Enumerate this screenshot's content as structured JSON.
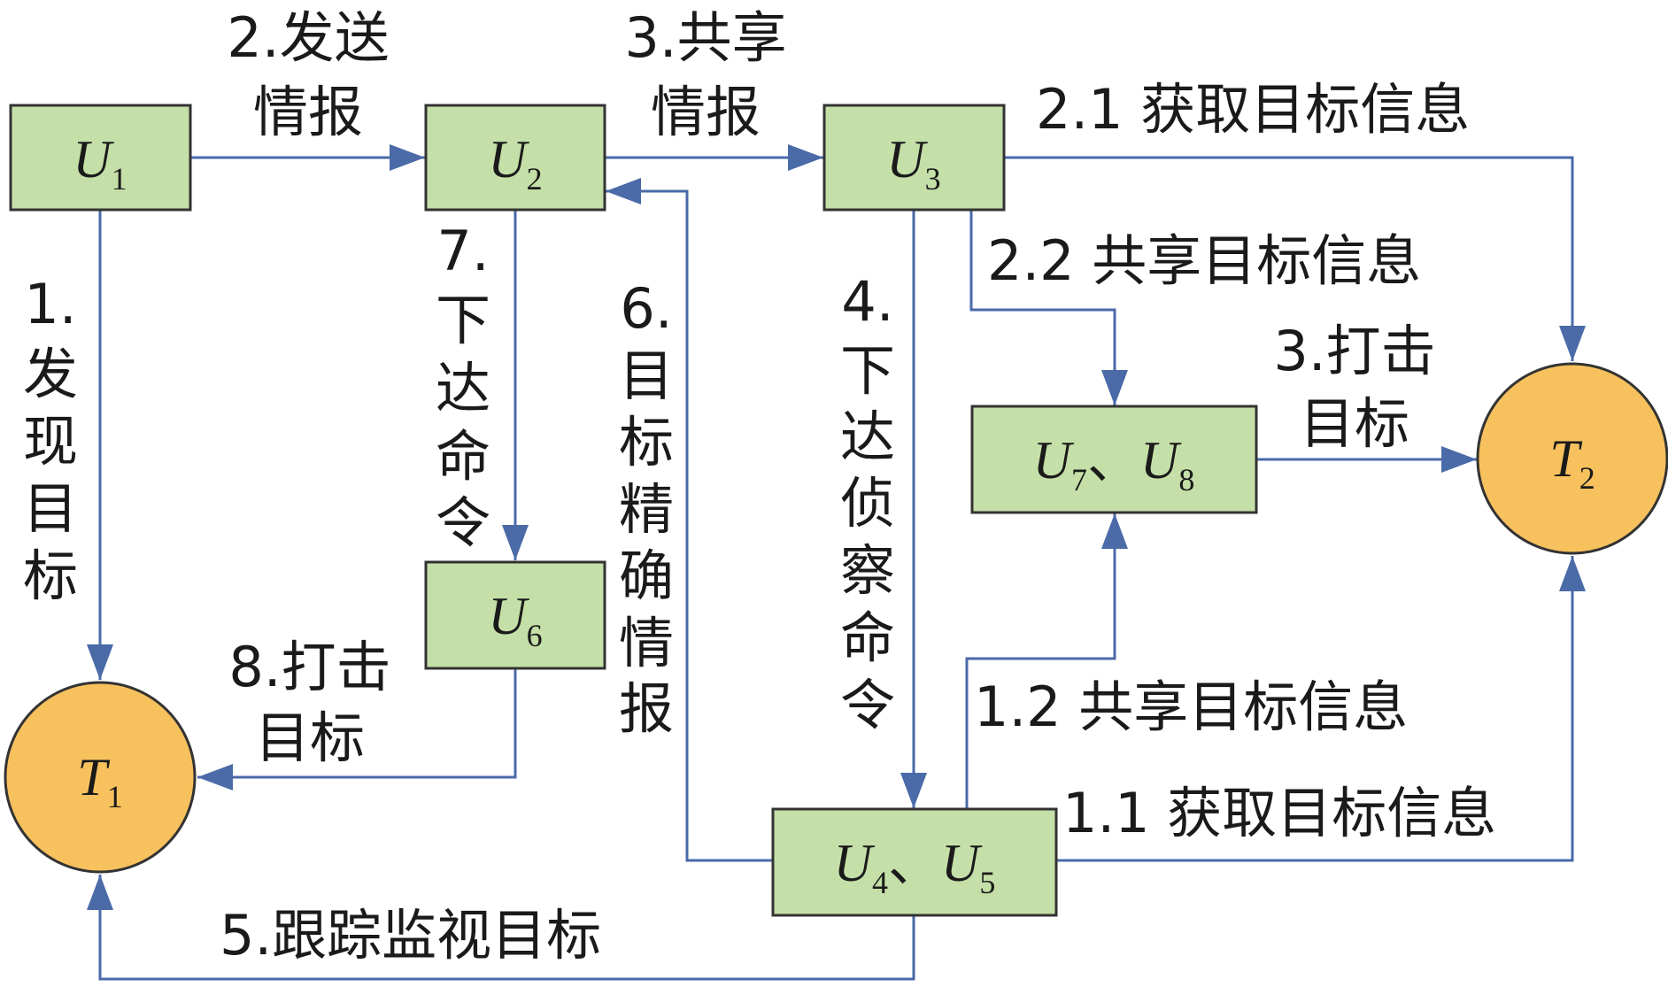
{
  "colors": {
    "node_fill": "#c5dfa8",
    "target_fill": "#f7c15e",
    "edge": "#4a6aa8",
    "outline": "#333333"
  },
  "nodes": {
    "u1": {
      "main": "U",
      "sub": "1"
    },
    "u2": {
      "main": "U",
      "sub": "2"
    },
    "u3": {
      "main": "U",
      "sub": "3"
    },
    "u6": {
      "main": "U",
      "sub": "6"
    },
    "u78": {
      "main": "U",
      "sub": "7",
      "sep": "、",
      "main2": "U",
      "sub2": "8"
    },
    "u45": {
      "main": "U",
      "sub": "4",
      "sep": "、",
      "main2": "U",
      "sub2": "5"
    },
    "t1": {
      "main": "T",
      "sub": "1"
    },
    "t2": {
      "main": "T",
      "sub": "2"
    }
  },
  "labels": {
    "send_intel": [
      "2.发送",
      "情报"
    ],
    "share_intel": [
      "3.共享",
      "情报"
    ],
    "get_target_info_u3": "2.1 获取目标信息",
    "share_target_info_u3": "2.2 共享目标信息",
    "strike_t2": [
      "3.打击",
      "目标"
    ],
    "discover_target": [
      "1.",
      "发",
      "现",
      "目",
      "标"
    ],
    "issue_command": [
      "7.",
      "下",
      "达",
      "命",
      "令"
    ],
    "precise_intel": [
      "6.",
      "目",
      "标",
      "精",
      "确",
      "情",
      "报"
    ],
    "recon_command": [
      "4.",
      "下",
      "达",
      "侦",
      "察",
      "命",
      "令"
    ],
    "strike_t1": [
      "8.打击",
      "目标"
    ],
    "share_target_info_u45": "1.2 共享目标信息",
    "get_target_info_u45": "1.1 获取目标信息",
    "track_monitor": "5.跟踪监视目标"
  }
}
